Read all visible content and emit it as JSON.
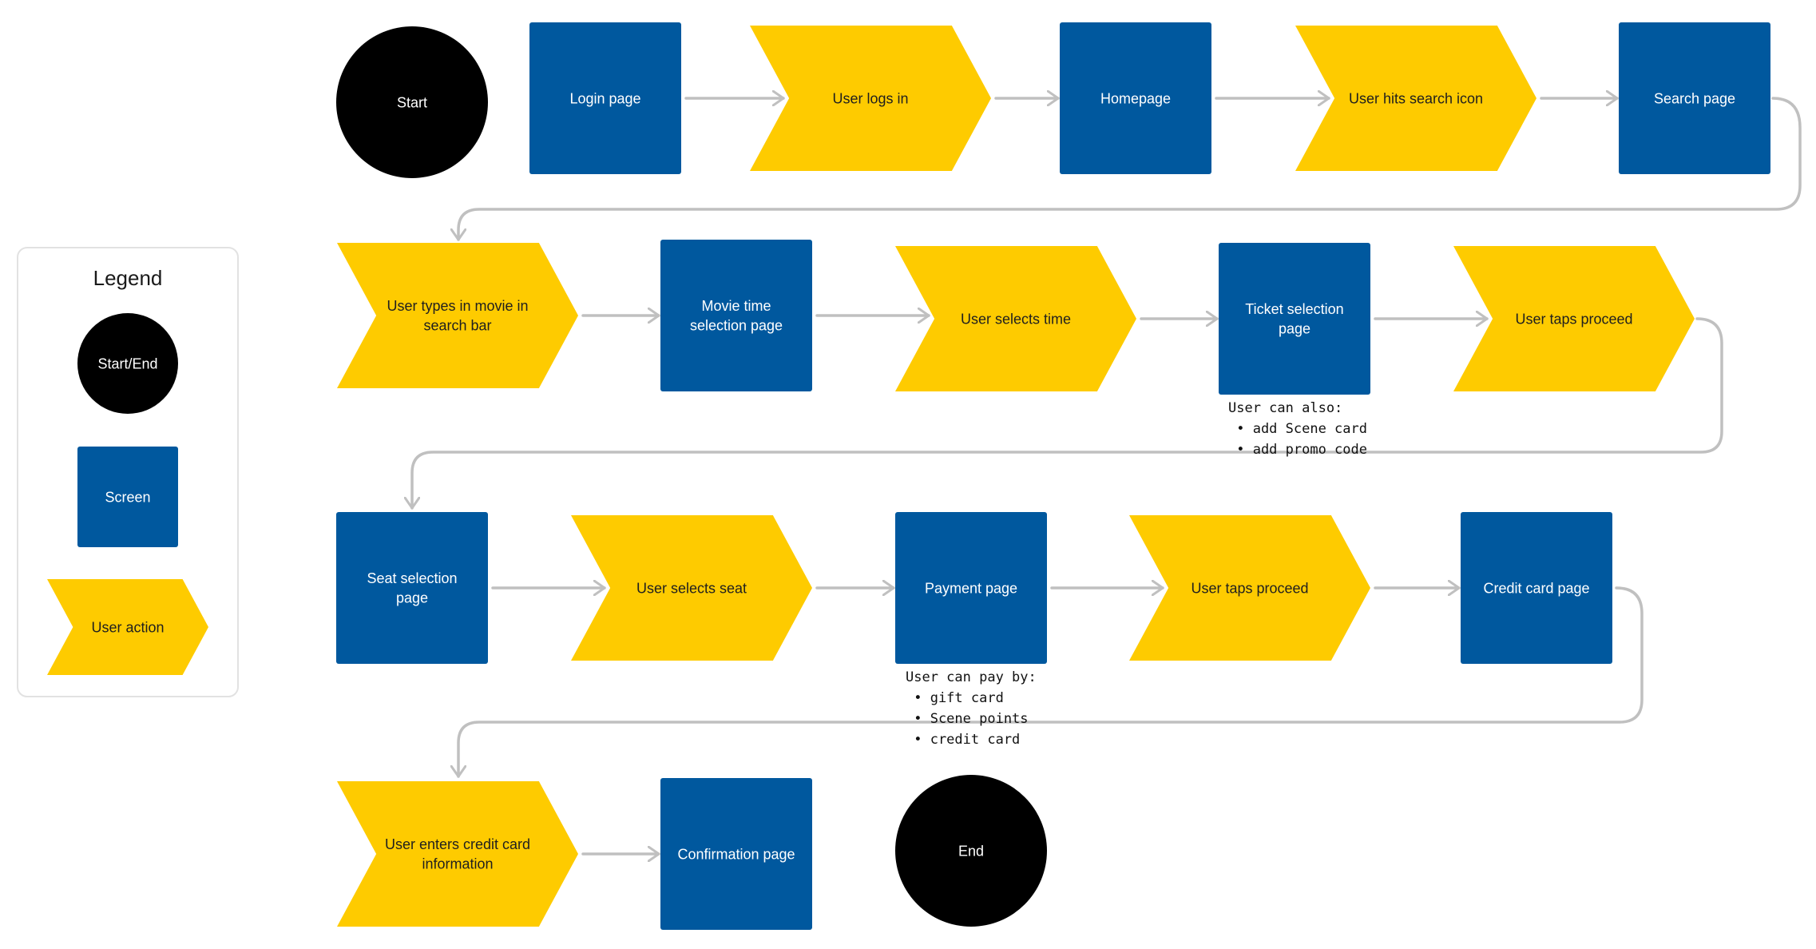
{
  "colors": {
    "screen": "#00589E",
    "action": "#FECB00",
    "start_end": "#000000",
    "connector": "#C0C0C0",
    "legend_border": "#E2E2E2",
    "text_on_dark": "#FFFFFF",
    "text_on_action": "#1F1F1F",
    "note_text": "#111111"
  },
  "legend": {
    "title": "Legend",
    "items": [
      {
        "kind": "start_end",
        "label": "Start/End"
      },
      {
        "kind": "screen",
        "label": "Screen"
      },
      {
        "kind": "action",
        "label": "User action"
      }
    ]
  },
  "nodes": [
    {
      "id": "start",
      "kind": "start_end",
      "label": [
        "Start"
      ]
    },
    {
      "id": "login-page",
      "kind": "screen",
      "label": [
        "Login page"
      ]
    },
    {
      "id": "user-logs-in",
      "kind": "action",
      "label": [
        "User logs in"
      ]
    },
    {
      "id": "homepage",
      "kind": "screen",
      "label": [
        "Homepage"
      ]
    },
    {
      "id": "user-hits-search-icon",
      "kind": "action",
      "label": [
        "User hits search icon"
      ]
    },
    {
      "id": "search-page",
      "kind": "screen",
      "label": [
        "Search page"
      ]
    },
    {
      "id": "user-types-movie",
      "kind": "action",
      "label": [
        "User types in movie in",
        "search bar"
      ]
    },
    {
      "id": "movie-time-selection-page",
      "kind": "screen",
      "label": [
        "Movie time",
        "selection page"
      ]
    },
    {
      "id": "user-selects-time",
      "kind": "action",
      "label": [
        "User selects time"
      ]
    },
    {
      "id": "ticket-selection-page",
      "kind": "screen",
      "label": [
        "Ticket selection",
        "page"
      ]
    },
    {
      "id": "user-taps-proceed-1",
      "kind": "action",
      "label": [
        "User taps proceed"
      ]
    },
    {
      "id": "seat-selection-page",
      "kind": "screen",
      "label": [
        "Seat selection",
        "page"
      ]
    },
    {
      "id": "user-selects-seat",
      "kind": "action",
      "label": [
        "User selects seat"
      ]
    },
    {
      "id": "payment-page",
      "kind": "screen",
      "label": [
        "Payment page"
      ]
    },
    {
      "id": "user-taps-proceed-2",
      "kind": "action",
      "label": [
        "User taps proceed"
      ]
    },
    {
      "id": "credit-card-page",
      "kind": "screen",
      "label": [
        "Credit card page"
      ]
    },
    {
      "id": "user-enters-credit-card",
      "kind": "action",
      "label": [
        "User enters credit card",
        "information"
      ]
    },
    {
      "id": "confirmation-page",
      "kind": "screen",
      "label": [
        "Confirmation page"
      ]
    },
    {
      "id": "end",
      "kind": "start_end",
      "label": [
        "End"
      ]
    }
  ],
  "edges": [
    {
      "from": "login-page",
      "to": "user-logs-in"
    },
    {
      "from": "user-logs-in",
      "to": "homepage"
    },
    {
      "from": "homepage",
      "to": "user-hits-search-icon"
    },
    {
      "from": "user-hits-search-icon",
      "to": "search-page"
    },
    {
      "from": "search-page",
      "to": "user-types-movie"
    },
    {
      "from": "user-types-movie",
      "to": "movie-time-selection-page"
    },
    {
      "from": "movie-time-selection-page",
      "to": "user-selects-time"
    },
    {
      "from": "user-selects-time",
      "to": "ticket-selection-page"
    },
    {
      "from": "ticket-selection-page",
      "to": "user-taps-proceed-1"
    },
    {
      "from": "user-taps-proceed-1",
      "to": "seat-selection-page"
    },
    {
      "from": "seat-selection-page",
      "to": "user-selects-seat"
    },
    {
      "from": "user-selects-seat",
      "to": "payment-page"
    },
    {
      "from": "payment-page",
      "to": "user-taps-proceed-2"
    },
    {
      "from": "user-taps-proceed-2",
      "to": "credit-card-page"
    },
    {
      "from": "credit-card-page",
      "to": "user-enters-credit-card"
    },
    {
      "from": "user-enters-credit-card",
      "to": "confirmation-page"
    }
  ],
  "notes": [
    {
      "anchor": "ticket-selection-page",
      "lines": [
        "User can also:",
        " • add Scene card",
        " • add promo code"
      ]
    },
    {
      "anchor": "payment-page",
      "lines": [
        "User can pay by:",
        " • gift card",
        " • Scene points",
        " • credit card"
      ]
    }
  ]
}
